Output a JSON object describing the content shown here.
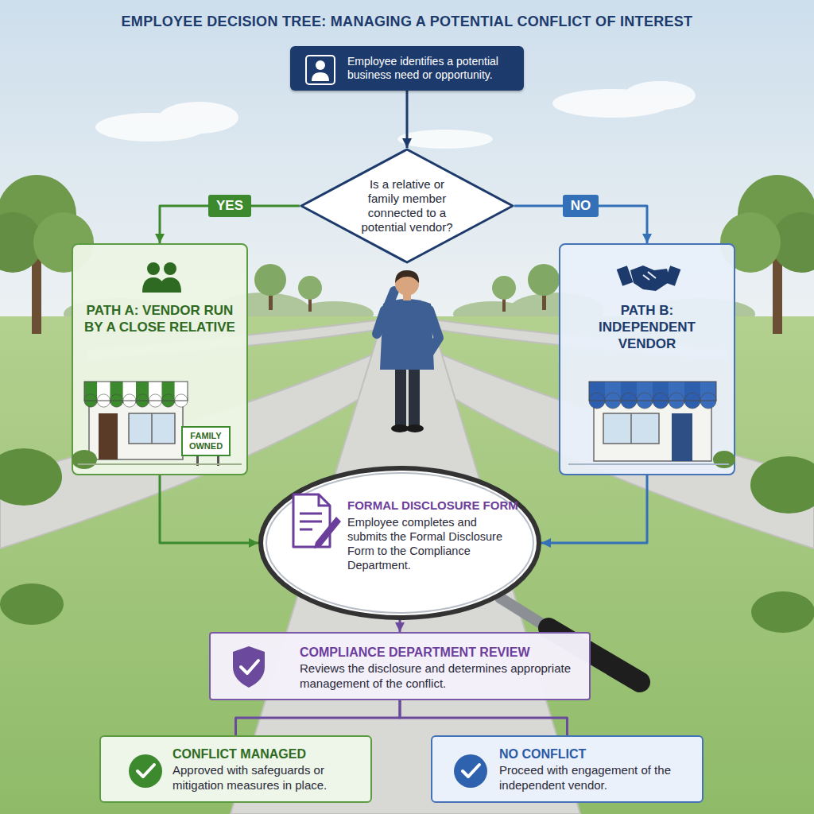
{
  "diagram": {
    "title": "EMPLOYEE DECISION TREE: MANAGING A POTENTIAL CONFLICT OF INTEREST",
    "nodes": [
      {
        "text": [
          "Employee identifies a potential business need or opportunity."
        ]
      },
      {
        "text": [
          "Is a relative or family member connected to a potential vendor?"
        ]
      },
      {
        "text": [
          "PATH A: VENDOR RUN BY A CLOSE RELATIVE"
        ]
      },
      {
        "text": [
          "PATH B: INDEPENDENT VENDOR"
        ]
      },
      {
        "text": [
          "FORMAL DISCLOSURE FORM",
          "Employee completes and submits the Formal Disclosure Form to the Compliance Department."
        ]
      },
      {
        "text": [
          "COMPLIANCE DEPARTMENT REVIEW",
          "Reviews the disclosure and determines appropriate management of the conflict."
        ]
      },
      {
        "text": [
          "CONFLICT MANAGED",
          "Approved with safeguards or mitigation measures in place."
        ]
      },
      {
        "text": [
          "NO CONFLICT",
          "Proceed with engagement of the independent vendor."
        ]
      }
    ],
    "edges": [
      {
        "from": 0,
        "to": 1,
        "arrow": "to"
      },
      {
        "from": 1,
        "to": 2,
        "label": "YES",
        "arrow": "to"
      },
      {
        "from": 1,
        "to": 3,
        "label": "NO",
        "arrow": "to"
      },
      {
        "from": 2,
        "to": 4,
        "arrow": "to"
      },
      {
        "from": 3,
        "to": 4,
        "arrow": "to"
      },
      {
        "from": 4,
        "to": 5,
        "arrow": "to"
      },
      {
        "from": 5,
        "to": 6,
        "arrow": "none"
      },
      {
        "from": 5,
        "to": 7,
        "arrow": "none"
      }
    ],
    "labels": [
      "FAMILY OWNED"
    ]
  }
}
